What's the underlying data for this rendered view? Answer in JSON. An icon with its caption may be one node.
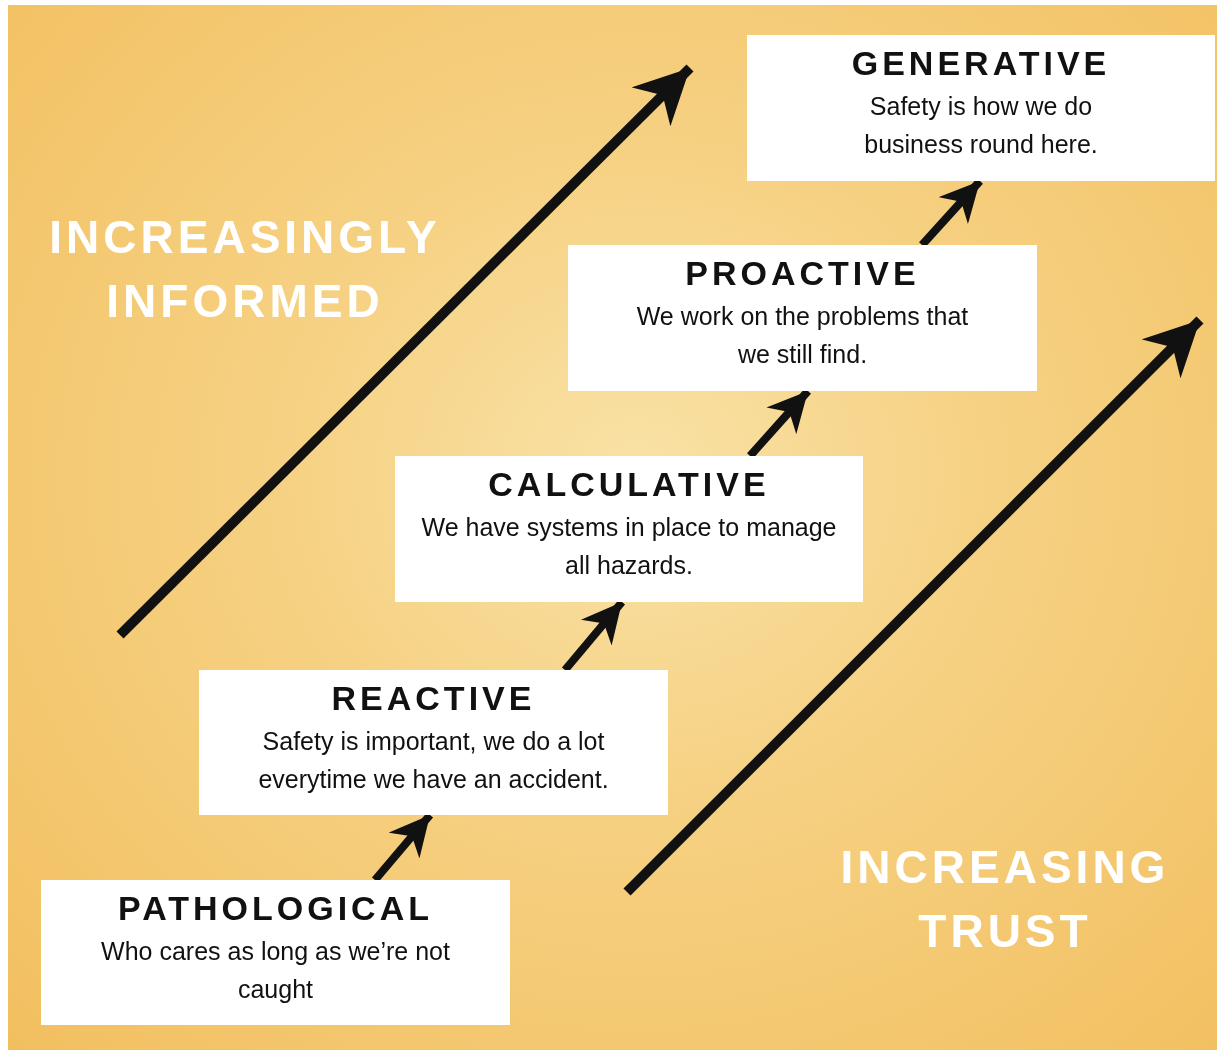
{
  "diagram": {
    "nodes": [
      {
        "text": [
          "PATHOLOGICAL",
          "Who cares as long as we’re not caught"
        ]
      },
      {
        "text": [
          "REACTIVE",
          "Safety is important, we do a lot everytime we have an accident."
        ]
      },
      {
        "text": [
          "CALCULATIVE",
          "We have systems in place to manage all hazards."
        ]
      },
      {
        "text": [
          "PROACTIVE",
          "We work on the problems that we still find."
        ]
      },
      {
        "text": [
          "GENERATIVE",
          "Safety is how we do business round here."
        ]
      }
    ],
    "edges": [
      {
        "from": 0,
        "to": 1,
        "arrow": "to"
      },
      {
        "from": 1,
        "to": 2,
        "arrow": "to"
      },
      {
        "from": 2,
        "to": 3,
        "arrow": "to"
      },
      {
        "from": 3,
        "to": 4,
        "arrow": "to"
      }
    ],
    "labels": [
      "INCREASINGLY INFORMED",
      "INCREASING TRUST"
    ]
  }
}
